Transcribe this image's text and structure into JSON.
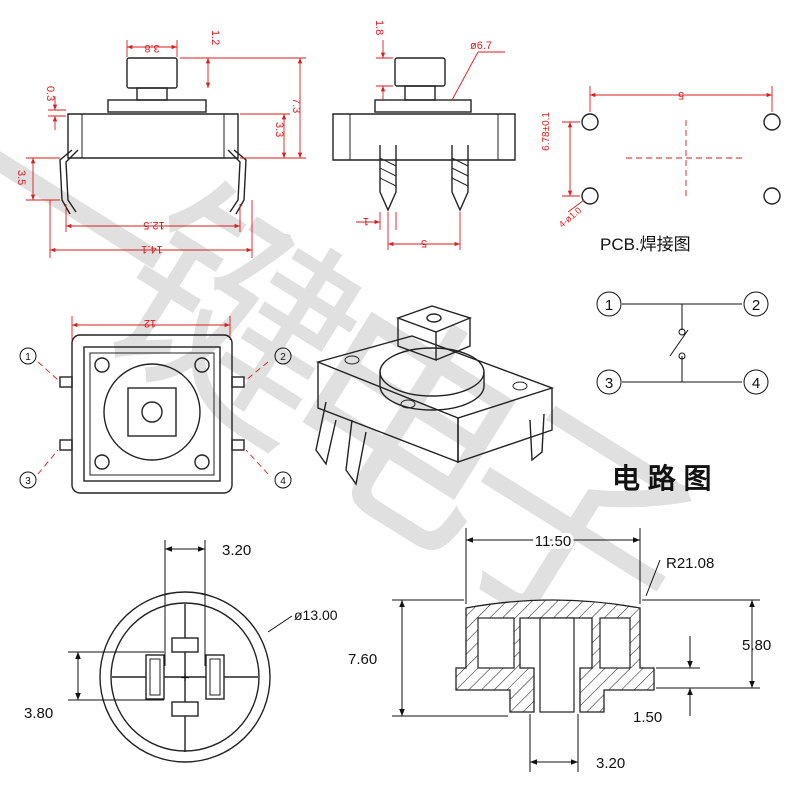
{
  "watermark": {
    "text": "一键电子",
    "color": "#bdbdbd"
  },
  "side_view": {
    "dims": {
      "top_w": "3.8",
      "top_h": "1.2",
      "flange": "0.3",
      "total_h": "7.3",
      "body_h": "3.3",
      "leg_h": "3.5",
      "body_w": "12.5",
      "span_w": "14.1"
    }
  },
  "front_view": {
    "dims": {
      "cap_h": "1.8",
      "cap_dia": "ø6.7",
      "pin_pitch": "5",
      "pin_w": "1"
    }
  },
  "pcb": {
    "title": "PCB.焊接图",
    "dims": {
      "spacing_x": "5",
      "spacing_y": "6.78±0.1",
      "hole": "4-ø1.0"
    }
  },
  "top_view": {
    "dims": {
      "width": "12"
    },
    "pins": [
      "1",
      "2",
      "3",
      "4"
    ]
  },
  "circuit": {
    "title": "电 路 图",
    "pins": [
      "1",
      "2",
      "3",
      "4"
    ]
  },
  "cap_top": {
    "dims": {
      "slot_w": "3.20",
      "diameter": "ø13.00",
      "slot_h": "3.80"
    }
  },
  "cap_section": {
    "dims": {
      "top_w": "11.50",
      "radius": "R21.08",
      "height": "7.60",
      "inner_h": "5.80",
      "step": "1.50",
      "slot_w": "3.20"
    }
  },
  "colors": {
    "dimension": "#d81e1e",
    "outline": "#222222",
    "watermark": "#bdbdbd"
  }
}
